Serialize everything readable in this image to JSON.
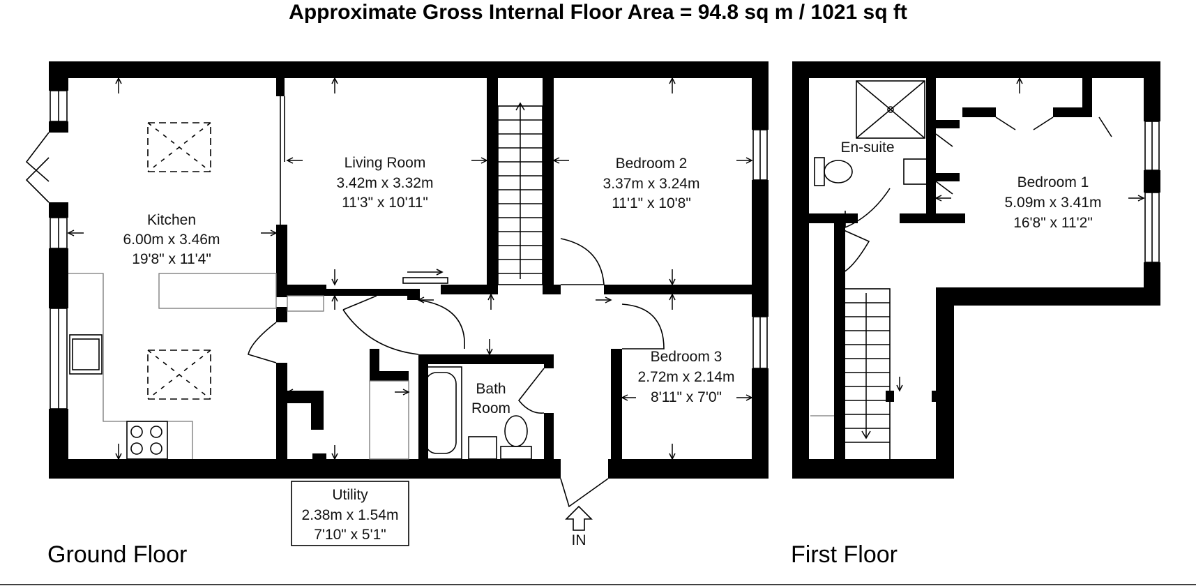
{
  "title": "Approximate Gross Internal Floor Area  = 94.8 sq m  / 1021 sq ft",
  "floors": {
    "ground": "Ground Floor",
    "first": "First Floor"
  },
  "entrance": "IN",
  "rooms": {
    "kitchen": {
      "name": "Kitchen",
      "metric": "6.00m x 3.46m",
      "imperial": "19'8\" x 11'4\""
    },
    "living": {
      "name": "Living Room",
      "metric": "3.42m x 3.32m",
      "imperial": "11'3\" x 10'11\""
    },
    "bedroom2": {
      "name": "Bedroom 2",
      "metric": "3.37m x 3.24m",
      "imperial": "11'1\" x 10'8\""
    },
    "bedroom3": {
      "name": "Bedroom 3",
      "metric": "2.72m x 2.14m",
      "imperial": "8'11\" x 7'0\""
    },
    "bathroom": {
      "name_line1": "Bath",
      "name_line2": "Room"
    },
    "utility": {
      "name": "Utility",
      "metric": "2.38m x 1.54m",
      "imperial": "7'10\" x 5'1\""
    },
    "ensuite": {
      "name": "En-suite"
    },
    "bedroom1": {
      "name": "Bedroom 1",
      "metric": "5.09m x 3.41m",
      "imperial": "16'8\" x 11'2\""
    }
  }
}
